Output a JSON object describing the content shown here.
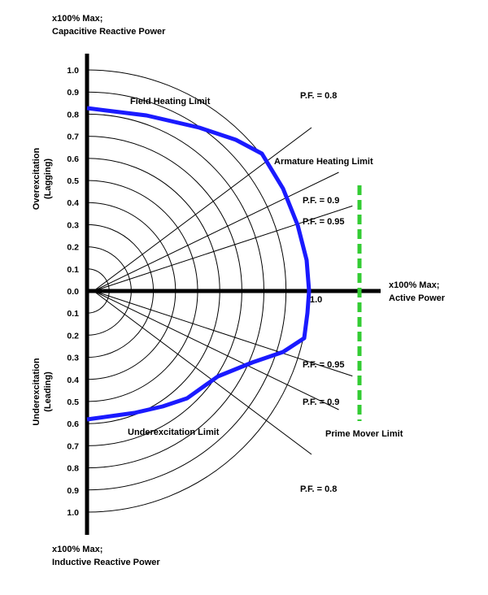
{
  "axis_titles": {
    "top_line1": "x100% Max;",
    "top_line2": "Capacitive Reactive Power",
    "bottom_line1": "x100% Max;",
    "bottom_line2": "Inductive Reactive Power",
    "right_line1": "x100% Max;",
    "right_line2": "Active Power",
    "over_line1": "Overexcitation",
    "over_line2": "(Lagging)",
    "under_line1": "Underexcitation",
    "under_line2": "(Leading)"
  },
  "ticks_upper": [
    "1.0",
    "0.9",
    "0.8",
    "0.7",
    "0.6",
    "0.5",
    "0.4",
    "0.3",
    "0.2",
    "0.1"
  ],
  "tick_zero": "0.0",
  "ticks_lower": [
    "0.1",
    "0.2",
    "0.3",
    "0.4",
    "0.5",
    "0.6",
    "0.7",
    "0.8",
    "0.9",
    "1.0"
  ],
  "p_axis_tick": "1.0",
  "limits": {
    "field_heating": "Field Heating Limit",
    "armature_heating": "Armature Heating Limit",
    "underexcitation": "Underexcitation Limit",
    "prime_mover": "Prime Mover Limit"
  },
  "power_factor_labels": {
    "pf_08_upper": "P.F. = 0.8",
    "pf_09_upper": "P.F. = 0.9",
    "pf_095_upper": "P.F. = 0.95",
    "pf_095_lower": "P.F. = 0.95",
    "pf_09_lower": "P.F. = 0.9",
    "pf_08_lower": "P.F. = 0.8"
  },
  "power_factor_values": [
    0.8,
    0.9,
    0.95
  ],
  "arc_radii_pu": [
    0.1,
    0.2,
    0.3,
    0.4,
    0.5,
    0.6,
    0.7,
    0.8,
    0.9,
    1.0
  ],
  "colors": {
    "capability_curve": "#1a1aff",
    "prime_mover_limit": "#33cc33",
    "axes": "#000000",
    "grid": "#000000"
  }
}
